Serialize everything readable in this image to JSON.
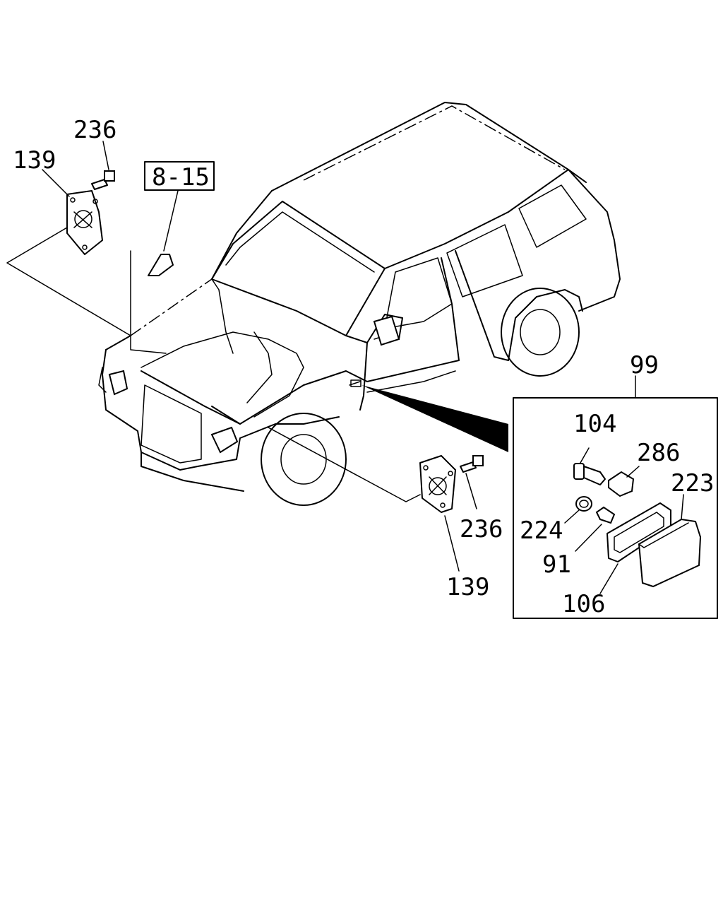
{
  "diagram": {
    "type": "exploded-parts-view",
    "callouts": {
      "bolt_top_left": "236",
      "bracket_top_left": "139",
      "ref_box": "8-15",
      "assembly_box": "99",
      "screw": "104",
      "clip": "286",
      "lens": "223",
      "socket": "224",
      "bulb": "91",
      "gasket": "106",
      "bolt_front": "236",
      "bracket_front": "139"
    }
  }
}
